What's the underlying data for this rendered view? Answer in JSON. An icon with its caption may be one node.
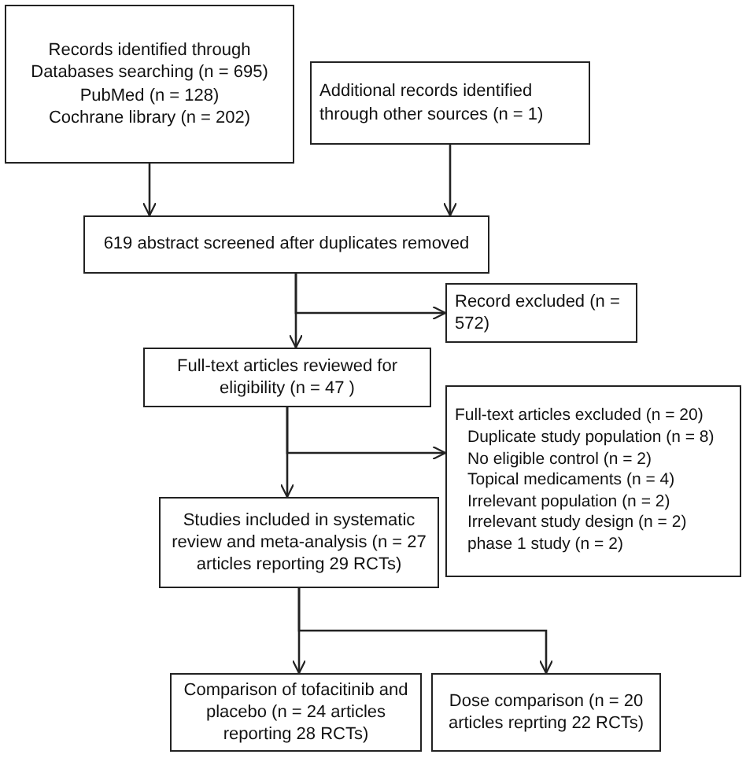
{
  "diagram": {
    "nodes": [
      {
        "text": [
          "Records identified through Databases searching (n = 695)",
          "PubMed (n = 128)",
          "Cochrane library (n = 202)"
        ]
      },
      {
        "text": [
          "Additional records identified through other sources (n = 1)"
        ]
      },
      {
        "text": [
          "619 abstract screened after duplicates removed"
        ]
      },
      {
        "text": [
          "Record excluded (n = 572)"
        ]
      },
      {
        "text": [
          "Full-text articles reviewed for eligibility (n = 47 )"
        ]
      },
      {
        "text": [
          "Full-text articles excluded (n = 20)",
          "Duplicate study population (n = 8)",
          "No eligible control (n = 2)",
          "Topical medicaments (n = 4)",
          "Irrelevant population (n = 2)",
          "Irrelevant study design (n = 2)",
          "phase 1 study (n = 2)"
        ]
      },
      {
        "text": [
          "Studies included in systematic review and meta-analysis (n = 27 articles reporting 29 RCTs)"
        ]
      },
      {
        "text": [
          "Comparison of tofacitinib and placebo (n = 24 articles reporting 28 RCTs)"
        ]
      },
      {
        "text": [
          "Dose comparison (n = 20 articles reprting 22 RCTs)"
        ]
      }
    ],
    "edges": [
      {
        "from": 0,
        "to": 2,
        "arrow": "to"
      },
      {
        "from": 1,
        "to": 2,
        "arrow": "to"
      },
      {
        "from": 2,
        "to": 4,
        "arrow": "to"
      },
      {
        "from": 2,
        "to": 3,
        "arrow": "to"
      },
      {
        "from": 4,
        "to": 6,
        "arrow": "to"
      },
      {
        "from": 4,
        "to": 5,
        "arrow": "to"
      },
      {
        "from": 6,
        "to": 7,
        "arrow": "to"
      },
      {
        "from": 6,
        "to": 8,
        "arrow": "to"
      }
    ]
  }
}
